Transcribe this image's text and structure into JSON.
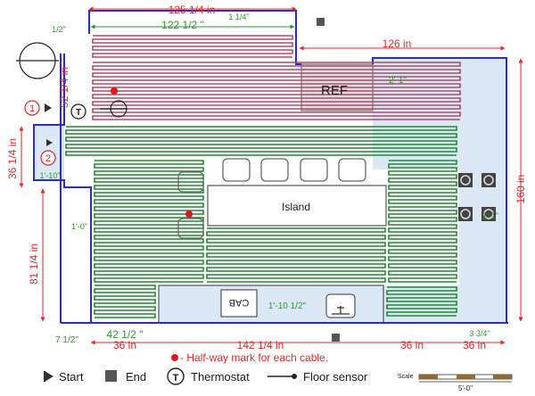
{
  "dimensions": {
    "top_overall": "125 1/4 in",
    "top_inner": "122 1/2 \"",
    "top_offset": "1 1/4\"",
    "left_small": "1/2\"",
    "left_52": "52 1/4 in",
    "right_top": "126 in",
    "ref_clear": "2'-1\"",
    "left_36": "36 1/4 in",
    "left_110": "1'-10\"",
    "left_10": "1'-0\"",
    "left_81": "81 1/4 in",
    "right_160": "160 in",
    "sink_gap": "1'-10 1/2\"",
    "bottom_7": "7 1/2\"",
    "bottom_42": "42 1/2 \"",
    "bottom_36a": "36 in",
    "bottom_142": "142 1/4 in",
    "bottom_36b": "36 in",
    "bottom_36c": "36 in",
    "bottom_334": "3 3/4\"",
    "cooktop_gap": "1'-1\""
  },
  "labels": {
    "ref": "REF",
    "island": "Island",
    "cab": "CAB",
    "circle1": "1",
    "circle2": "2",
    "thermostat_symbol": "T"
  },
  "legend": {
    "halfway_note": "- Half-way mark for each cable.",
    "start": "Start",
    "end": "End",
    "thermostat": "Thermostat",
    "floor_sensor": "Floor sensor",
    "scale_label": "Scale",
    "scale_value": "5'-0\""
  },
  "colors": {
    "wall": "#2b2bd6",
    "cable1": "#b04a64",
    "cable2": "#1f8a2e",
    "dimension": "#e8262c",
    "green_dim": "#2a9a2a",
    "appliance_fill": "#dbe8f5"
  }
}
